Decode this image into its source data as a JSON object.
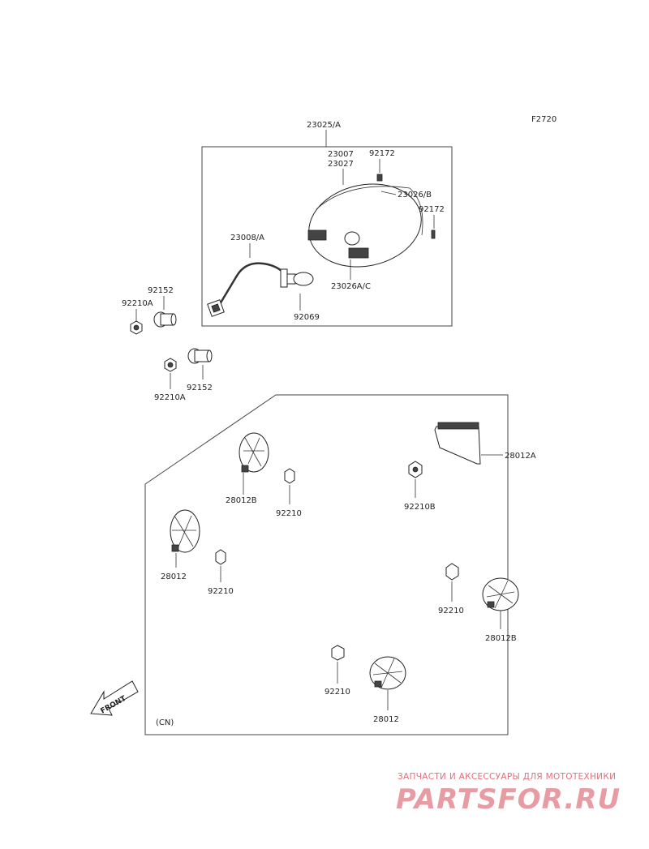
{
  "figure_code": "F2720",
  "region_note": "(CN)",
  "front_label": "FRONT",
  "parts": {
    "p23025A": "23025/A",
    "p23007": "23007",
    "p23027": "23027",
    "p92172a": "92172",
    "p23026B": "23026/B",
    "p92172b": "92172",
    "p23008A": "23008/A",
    "p23026AC": "23026A/C",
    "p92069": "92069",
    "p92152a": "92152",
    "p92210Aa": "92210A",
    "p92210Ab": "92210A",
    "p92152b": "92152",
    "p28012A": "28012A",
    "p28012Ba": "28012B",
    "p92210a": "92210",
    "p92210B": "92210B",
    "p28012a": "28012",
    "p92210b": "92210",
    "p92210c": "92210",
    "p28012Bb": "28012B",
    "p92210d": "92210",
    "p28012b": "28012"
  },
  "watermark": {
    "tagline": "ЗАПЧАСТИ И АКСЕССУАРЫ ДЛЯ МОТОТЕХНИКИ",
    "logo": "PARTSFOR.RU"
  }
}
